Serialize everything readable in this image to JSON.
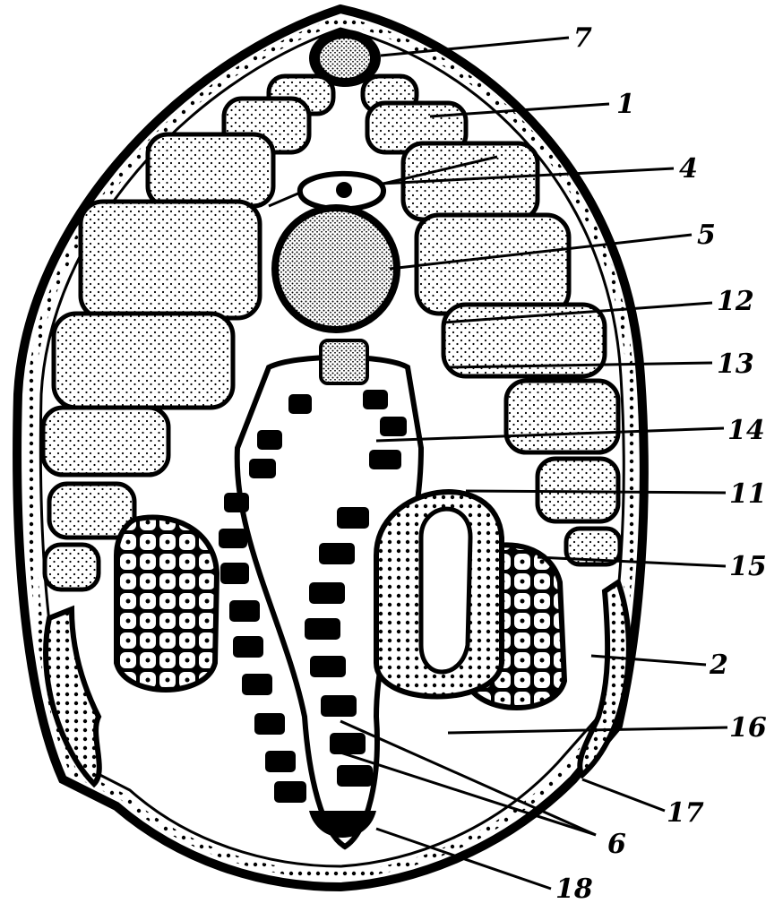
{
  "figure": {
    "labels": [
      {
        "id": "7",
        "text": "7"
      },
      {
        "id": "1",
        "text": "1"
      },
      {
        "id": "4",
        "text": "4"
      },
      {
        "id": "5",
        "text": "5"
      },
      {
        "id": "12",
        "text": "12"
      },
      {
        "id": "13",
        "text": "13"
      },
      {
        "id": "14",
        "text": "14"
      },
      {
        "id": "11",
        "text": "11"
      },
      {
        "id": "15",
        "text": "15"
      },
      {
        "id": "2",
        "text": "2"
      },
      {
        "id": "16",
        "text": "16"
      },
      {
        "id": "17",
        "text": "17"
      },
      {
        "id": "6",
        "text": "6"
      },
      {
        "id": "18",
        "text": "18"
      }
    ],
    "colors": {
      "ink": "#000000",
      "paper": "#ffffff"
    }
  }
}
